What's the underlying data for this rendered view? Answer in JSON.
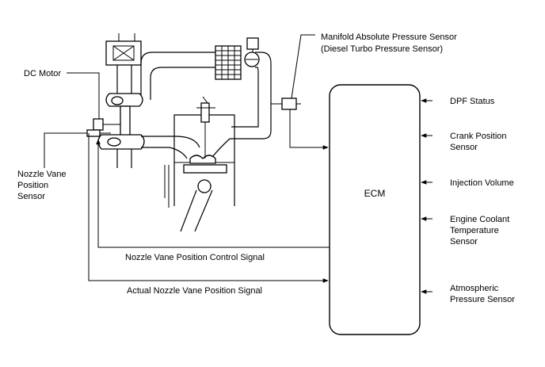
{
  "title": "",
  "labels": {
    "map_sensor_line1": "Manifold Absolute Pressure Sensor",
    "map_sensor_line2": "(Diesel Turbo Pressure Sensor)",
    "dc_motor": "DC Motor",
    "nozzle_sensor_line1": "Nozzle Vane",
    "nozzle_sensor_line2": "Position",
    "nozzle_sensor_line3": "Sensor",
    "ecm": "ECM",
    "control_signal": "Nozzle Vane Position Control Signal",
    "actual_signal": "Actual Nozzle Vane Position Signal"
  },
  "ecm_inputs": {
    "dpf_status": "DPF Status",
    "crank_line1": "Crank Position",
    "crank_line2": "Sensor",
    "injection_volume": "Injection Volume",
    "coolant_line1": "Engine Coolant",
    "coolant_line2": "Temperature",
    "coolant_line3": "Sensor",
    "atmos_line1": "Atmospheric",
    "atmos_line2": "Pressure Sensor"
  }
}
